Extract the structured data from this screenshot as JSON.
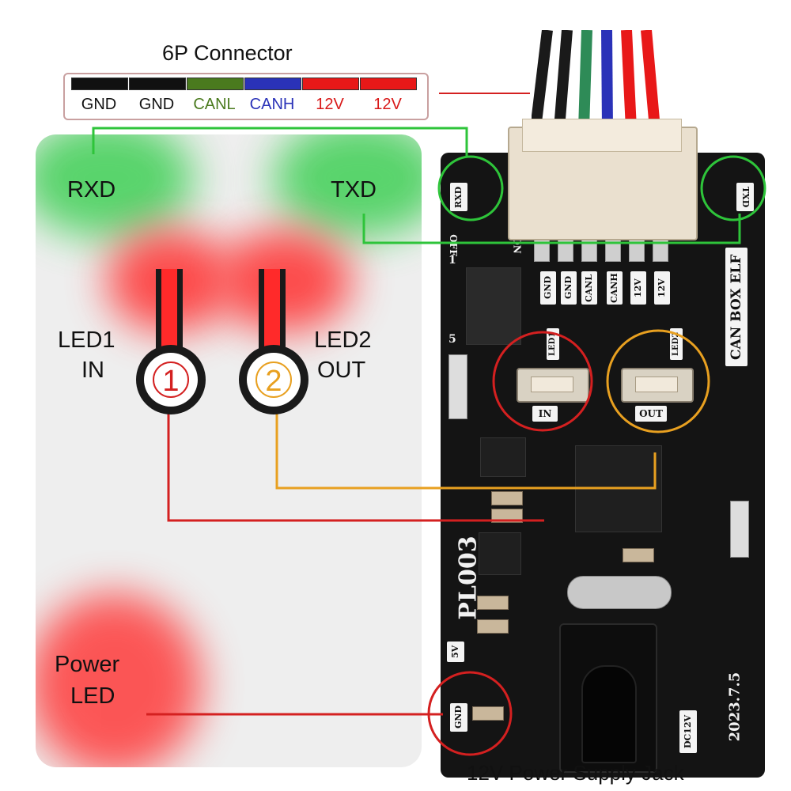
{
  "title": "6P Connector",
  "wires": [
    {
      "label": "GND",
      "color": "#111111",
      "text_color": "#111111"
    },
    {
      "label": "GND",
      "color": "#111111",
      "text_color": "#111111"
    },
    {
      "label": "CANL",
      "color": "#4a7a1e",
      "text_color": "#4a7a1e"
    },
    {
      "label": "CANH",
      "color": "#2a32b8",
      "text_color": "#2a32b8"
    },
    {
      "label": "12V",
      "color": "#e81818",
      "text_color": "#d81818"
    },
    {
      "label": "12V",
      "color": "#e81818",
      "text_color": "#d81818"
    }
  ],
  "panel": {
    "rxd": "RXD",
    "txd": "TXD",
    "led1_line1": "LED1",
    "led1_line2": "IN",
    "led2_line1": "LED2",
    "led2_line2": "OUT",
    "num1": "1",
    "num2": "2",
    "power_line1": "Power",
    "power_line2": "LED"
  },
  "pcb": {
    "rxd": "RXD",
    "txd": "TXD",
    "brand": "CAN BOX ELF",
    "model": "PL003",
    "date": "2023.7.5",
    "in": "IN",
    "out": "OUT",
    "gnd": "GND",
    "v5": "5V",
    "dc12v": "DC12V",
    "led1": "LED1",
    "led2": "LED2",
    "on": "ON",
    "off": "OFF",
    "dip1": "1",
    "dip5": "5",
    "pins": [
      "GND",
      "GND",
      "CANL",
      "CANH",
      "12V",
      "12V"
    ]
  },
  "footer": "12V Power Supply Jack",
  "colors": {
    "green": "#2ec43a",
    "red": "#d42020",
    "orange": "#e8a020"
  }
}
